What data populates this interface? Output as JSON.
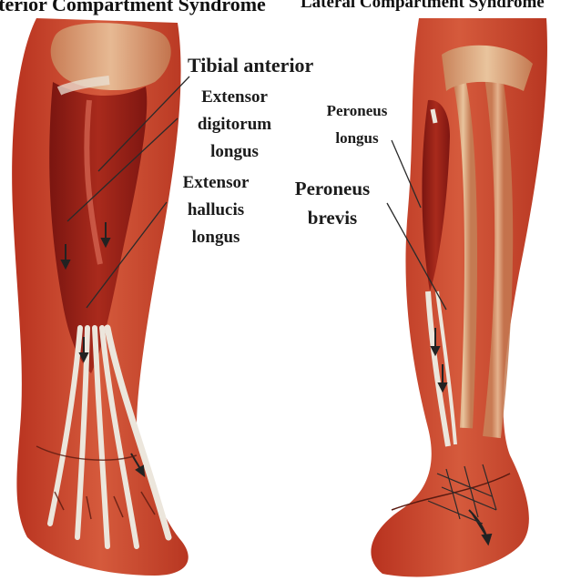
{
  "headers": {
    "left_title": "Anterior Compartment Syndrome",
    "right_title": "Lateral Compartment Syndrome"
  },
  "labels": {
    "tibial_anterior": "Tibial anterior",
    "edl_1": "Extensor",
    "edl_2": "digitorum",
    "edl_3": "longus",
    "ehl_1": "Extensor",
    "ehl_2": "hallucis",
    "ehl_3": "longus",
    "pl_1": "Peroneus",
    "pl_2": "longus",
    "pb_1": "Peroneus",
    "pb_2": "brevis"
  },
  "colors": {
    "skin": "#c8452e",
    "muscle_dark": "#8c1c14",
    "tendon": "#e9e2d6",
    "bone": "#e7c29a",
    "leader_line": "#2a2a2a"
  }
}
